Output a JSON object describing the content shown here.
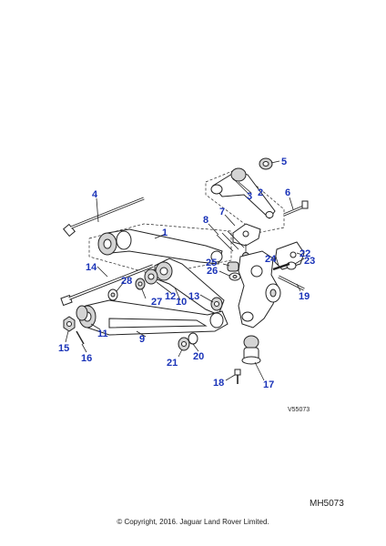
{
  "diagram": {
    "reference_code": "V55073",
    "callouts": [
      "1",
      "2",
      "3",
      "4",
      "5",
      "6",
      "7",
      "8",
      "9",
      "10",
      "11",
      "12",
      "13",
      "14",
      "15",
      "16",
      "17",
      "18",
      "19",
      "20",
      "21",
      "22",
      "23",
      "24",
      "25",
      "26",
      "27",
      "28"
    ]
  },
  "footer": {
    "drawing_id": "MH5073",
    "copyright": "© Copyright, 2016. Jaguar Land Rover Limited."
  }
}
